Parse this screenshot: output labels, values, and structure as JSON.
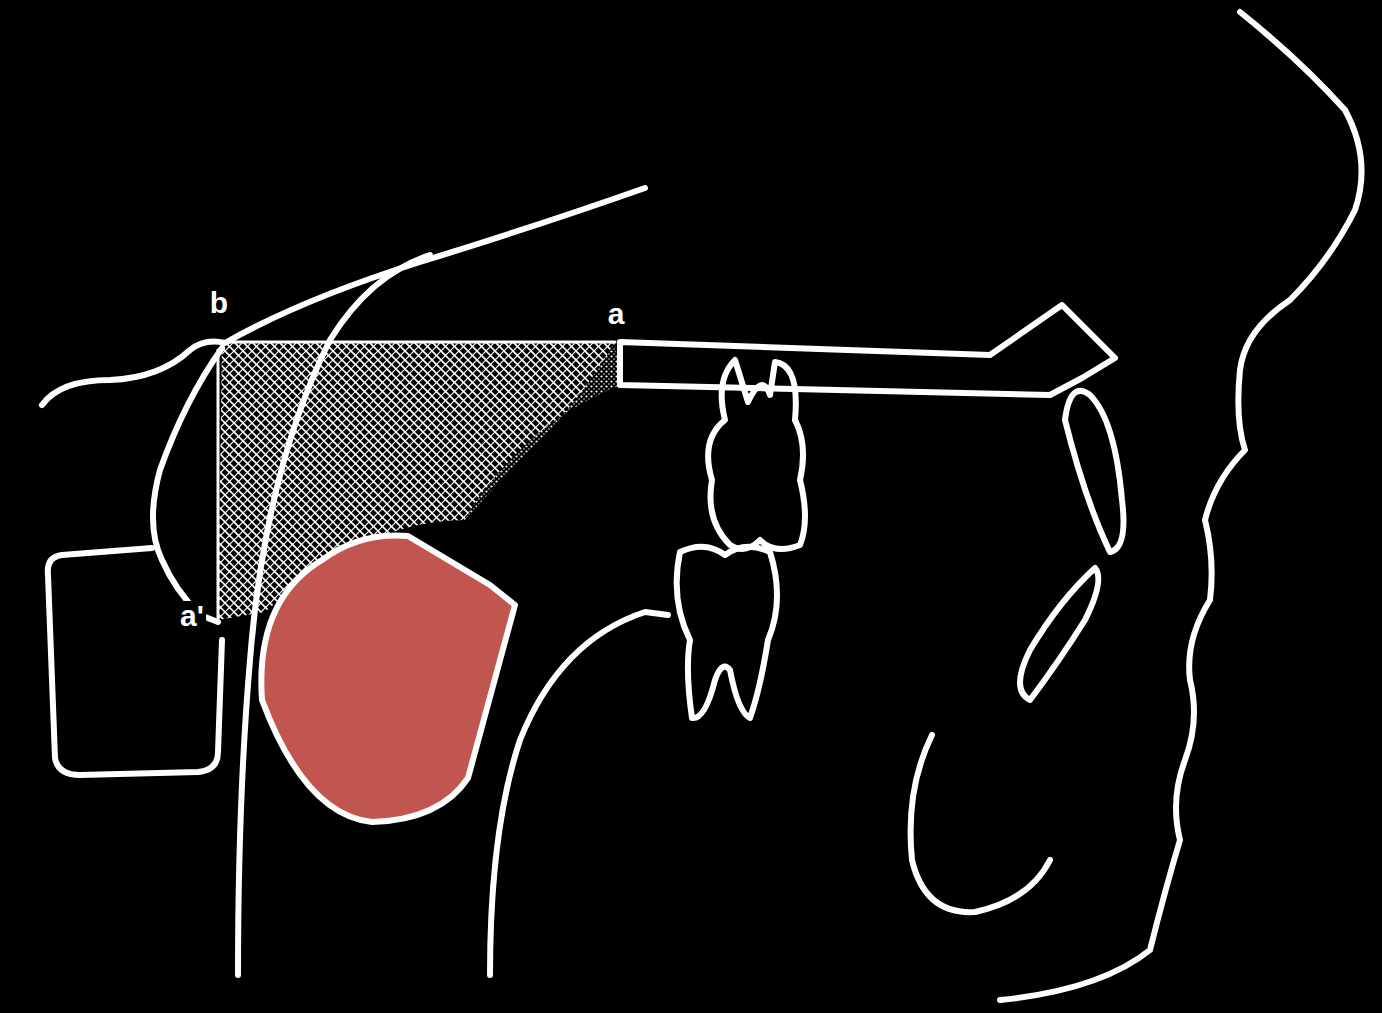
{
  "diagram": {
    "labels": [
      "b",
      "a",
      "a'"
    ]
  }
}
